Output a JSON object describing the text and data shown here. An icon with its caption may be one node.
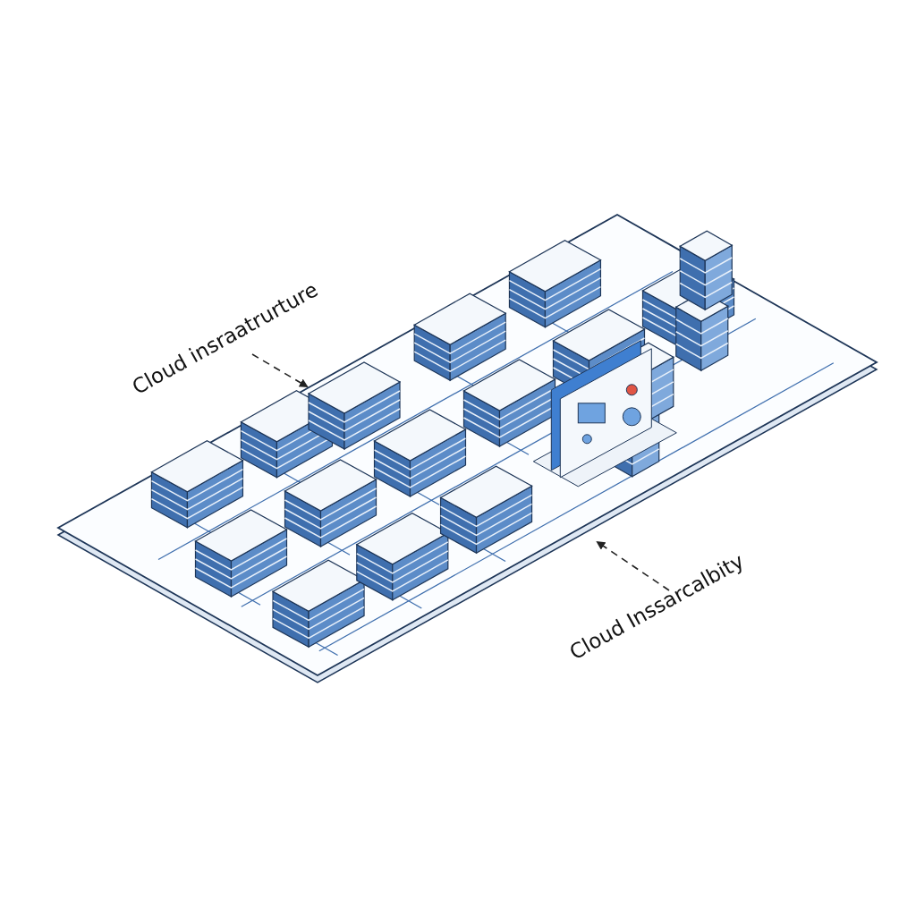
{
  "diagram": {
    "nodes": [
      {
        "text": [],
        "shape": "box"
      },
      {
        "text": [],
        "shape": "box",
        "in": 0
      },
      {
        "text": [
          "Cloud insraatrurture"
        ]
      },
      {
        "text": [
          "Cloud Inssarcalbity"
        ]
      }
    ],
    "edges": [
      {
        "from": 2,
        "to": 1,
        "arrow": "to",
        "style": "dashed"
      },
      {
        "from": 3,
        "to": 0,
        "arrow": "to",
        "style": "dashed"
      }
    ]
  }
}
